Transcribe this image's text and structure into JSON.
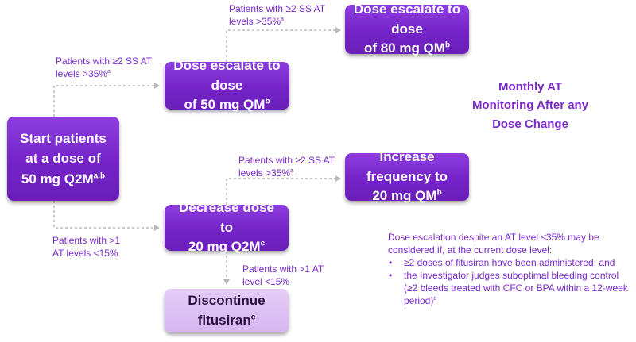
{
  "boxes": {
    "start": {
      "line1": "Start patients",
      "line2": "at a dose of",
      "line3": "50 mg Q2M",
      "sup": "a,b"
    },
    "escalate50": {
      "line1": "Dose escalate to dose",
      "line2": "of 50 mg QM",
      "sup": "b"
    },
    "escalate80": {
      "line1": "Dose escalate to dose",
      "line2": "of 80 mg QM",
      "sup": "b"
    },
    "decrease": {
      "line1": "Decrease dose to",
      "line2": "20 mg Q2M",
      "sup": "c"
    },
    "increase": {
      "line1": "Increase frequency to",
      "line2": "20 mg QM",
      "sup": "b"
    },
    "discontinue": {
      "line1": "Discontinue fitusiran",
      "sup": "c"
    }
  },
  "labels": {
    "to_escalate50": {
      "line1": "Patients with ≥2 SS AT",
      "line2": "levels >35%",
      "sup": "a"
    },
    "to_escalate80": {
      "line1": "Patients with ≥2 SS AT",
      "line2": "levels >35%",
      "sup": "a"
    },
    "to_increase": {
      "line1": "Patients with ≥2 SS AT",
      "line2": "levels >35%",
      "sup": "a"
    },
    "to_decrease": {
      "line1": "Patients with >1",
      "line2": "AT levels <15%"
    },
    "to_discontinue": {
      "line1": "Patients with >1 AT",
      "line2": "level <15%"
    }
  },
  "monitoring": {
    "line1": "Monthly AT",
    "line2": "Monitoring After any",
    "line3": "Dose Change"
  },
  "note": {
    "intro": "Dose escalation despite an AT level ≤35% may be considered if, at the current dose level:",
    "bullet_symbol": "•",
    "items": [
      {
        "text": "≥2 doses of fitusiran have been administered, and",
        "sup": ""
      },
      {
        "text": "the Investigator judges suboptimal bleeding control (≥2 bleeds treated with CFC or BPA within a 12-week period)",
        "sup": "d"
      }
    ]
  },
  "colors": {
    "box": "#7523c8",
    "box_light": "#d7b6f1",
    "text_accent": "#7a2ac9",
    "connector": "#b9b9b9"
  }
}
